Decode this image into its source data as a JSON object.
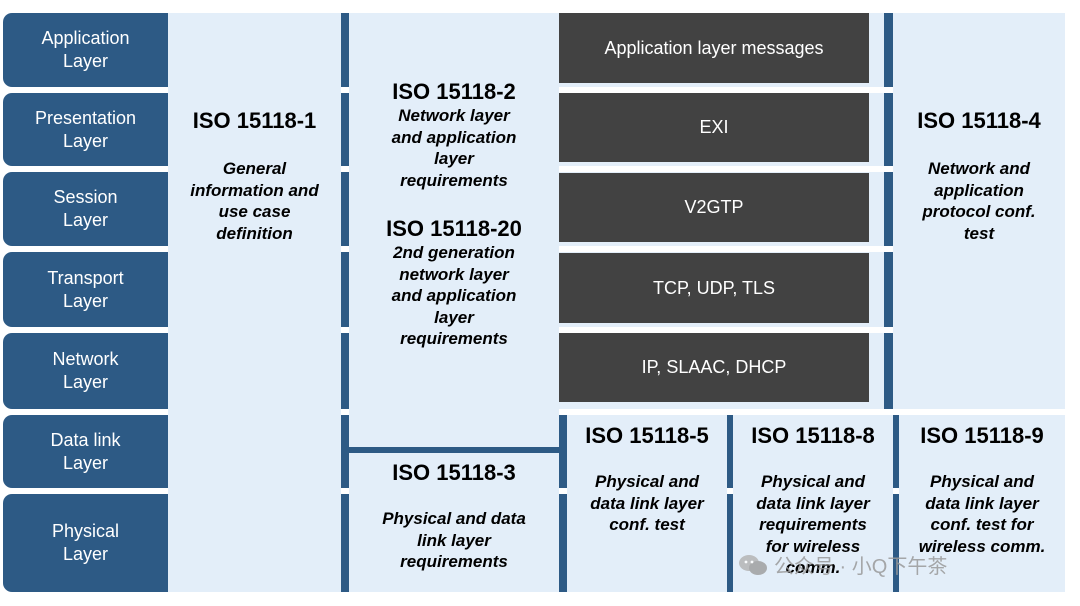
{
  "osi_layers": [
    "Application\nLayer",
    "Presentation\nLayer",
    "Session\nLayer",
    "Transport\nLayer",
    "Network\nLayer",
    "Data link\nLayer",
    "Physical\nLayer"
  ],
  "protocols": [
    "Application layer messages",
    "EXI",
    "V2GTP",
    "TCP, UDP, TLS",
    "IP, SLAAC, DHCP"
  ],
  "standards": {
    "iso1": {
      "title": "ISO 15118-1",
      "desc": "General\ninformation and\nuse case\ndefinition"
    },
    "iso2": {
      "title": "ISO 15118-2",
      "desc": "Network layer\nand application\nlayer\nrequirements"
    },
    "iso20": {
      "title": "ISO 15118-20",
      "desc": "2nd generation\nnetwork layer\nand application\nlayer\nrequirements"
    },
    "iso4": {
      "title": "ISO 15118-4",
      "desc": "Network and\napplication\nprotocol conf.\ntest"
    },
    "iso3": {
      "title": "ISO 15118-3",
      "desc": "Physical and data\nlink layer\nrequirements"
    },
    "iso5": {
      "title": "ISO 15118-5",
      "desc": "Physical and\ndata link layer\nconf. test"
    },
    "iso8": {
      "title": "ISO 15118-8",
      "desc": "Physical and\ndata link layer\nrequirements\nfor wireless\ncomm."
    },
    "iso9": {
      "title": "ISO 15118-9",
      "desc": "Physical and\ndata link layer\nconf. test for\nwireless comm."
    }
  },
  "watermark": {
    "text": "公众号 · 小Q下午茶"
  },
  "colors": {
    "layer_blue": "#2d5a85",
    "panel_light": "#e3eef9",
    "protocol_dark": "#424242"
  }
}
